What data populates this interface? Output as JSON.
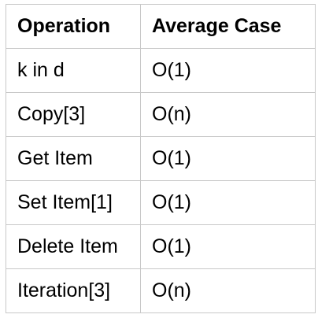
{
  "table": {
    "headers": [
      "Operation",
      "Average Case"
    ],
    "rows": [
      [
        "k in d",
        "O(1)"
      ],
      [
        "Copy[3]",
        "O(n)"
      ],
      [
        "Get Item",
        "O(1)"
      ],
      [
        "Set Item[1]",
        "O(1)"
      ],
      [
        "Delete Item",
        "O(1)"
      ],
      [
        "Iteration[3]",
        "O(n)"
      ]
    ]
  }
}
